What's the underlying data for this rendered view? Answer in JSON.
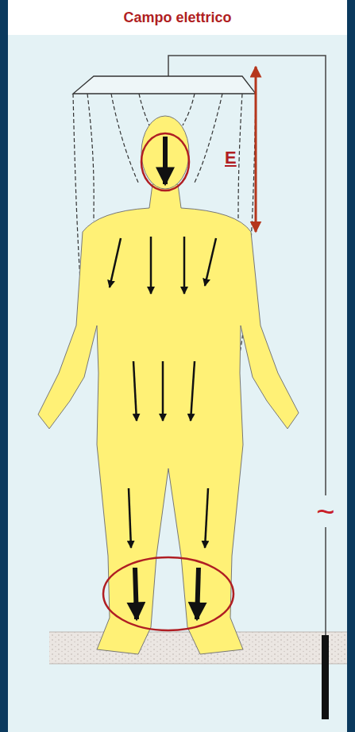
{
  "diagram": {
    "title": "Campo elettrico",
    "labels": [
      "E",
      "~"
    ]
  }
}
